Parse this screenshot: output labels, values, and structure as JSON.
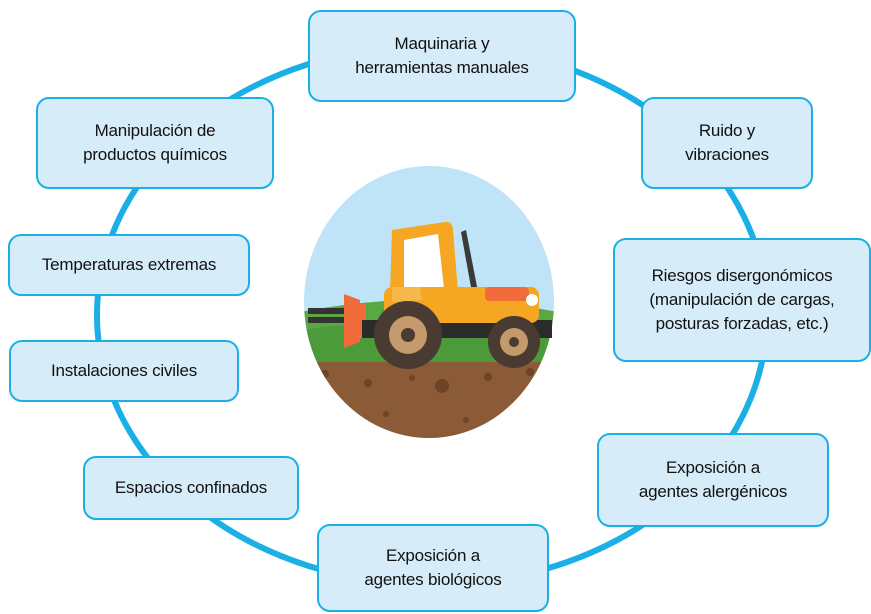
{
  "diagram": {
    "center_image": "tractor-illustration",
    "colors": {
      "ring": "#1ab0e6",
      "box_fill": "#d6ecf9",
      "box_border": "#1ab0e6",
      "sky": "#bfe4f7",
      "soil": "#8b5a36",
      "grass": "#5aa844",
      "tractor_body": "#f5a623"
    },
    "risks": [
      {
        "id": "maquinaria",
        "label": "Maquinaria y\nherramientas manuales"
      },
      {
        "id": "ruido",
        "label": "Ruido y\nvibraciones"
      },
      {
        "id": "disergonomicos",
        "label": "Riesgos disergonómicos\n(manipulación de cargas,\nposturas forzadas, etc.)"
      },
      {
        "id": "alergenicos",
        "label": "Exposición a\nagentes alergénicos"
      },
      {
        "id": "biologicos",
        "label": "Exposición a\nagentes biológicos"
      },
      {
        "id": "confinados",
        "label": "Espacios confinados"
      },
      {
        "id": "civiles",
        "label": "Instalaciones civiles"
      },
      {
        "id": "temperaturas",
        "label": "Temperaturas extremas"
      },
      {
        "id": "quimicos",
        "label": "Manipulación de\nproductos químicos"
      }
    ]
  }
}
